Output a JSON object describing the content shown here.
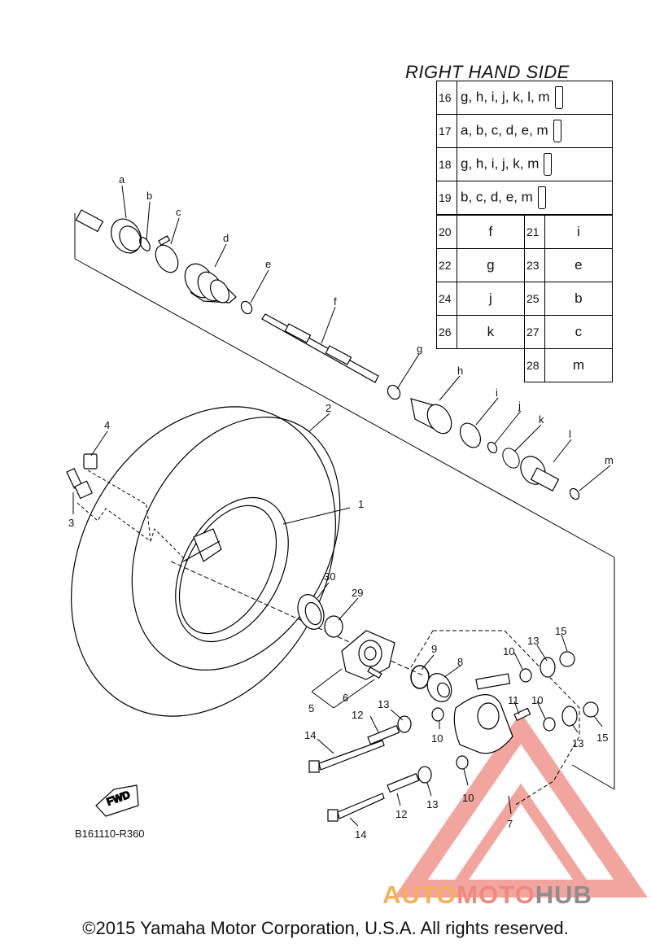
{
  "header": {
    "title": "RIGHT HAND SIDE"
  },
  "kit_rows_wide": [
    {
      "num": "16",
      "parts": "g, h, i, j, k, l, m"
    },
    {
      "num": "17",
      "parts": "a, b, c, d, e, m"
    },
    {
      "num": "18",
      "parts": "g, h, i, j, k, m"
    },
    {
      "num": "19",
      "parts": "b, c, d, e, m"
    }
  ],
  "kit_rows_pairs": [
    {
      "n1": "20",
      "p1": "f",
      "n2": "21",
      "p2": "i"
    },
    {
      "n1": "22",
      "p1": "g",
      "n2": "23",
      "p2": "e"
    },
    {
      "n1": "24",
      "p1": "j",
      "n2": "25",
      "p2": "b"
    },
    {
      "n1": "26",
      "p1": "k",
      "n2": "27",
      "p2": "c"
    }
  ],
  "kit_row_last": {
    "num": "28",
    "part": "m"
  },
  "callouts": {
    "a": "a",
    "b": "b",
    "c": "c",
    "d": "d",
    "e": "e",
    "f": "f",
    "g": "g",
    "h": "h",
    "i": "i",
    "j": "j",
    "k": "k",
    "l": "l",
    "m": "m",
    "n1": "1",
    "n2": "2",
    "n3": "3",
    "n4": "4",
    "n5": "5",
    "n6": "6",
    "n7": "7",
    "n8": "8",
    "n9": "9",
    "n10": "10",
    "n11": "11",
    "n12": "12",
    "n13": "13",
    "n14": "14",
    "n15": "15",
    "n29": "29",
    "n30": "30"
  },
  "fwd_label": "FWD",
  "diagram_code": "B161110-R360",
  "watermark": {
    "part1": "AUTO",
    "part2": "MOTO",
    "part3": "HUB"
  },
  "copyright": "©2015 Yamaha Motor Corporation, U.S.A. All rights reserved.",
  "colors": {
    "watermark_red": "#e85a4f",
    "watermark_orange": "#f3b257",
    "watermark_grey": "#8e8e8e"
  }
}
